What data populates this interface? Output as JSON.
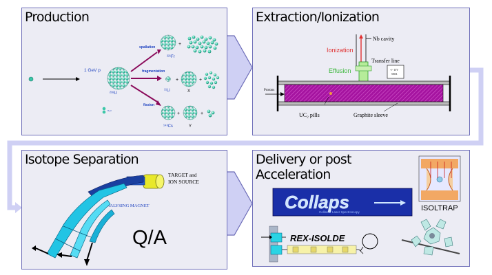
{
  "colors": {
    "panel_border": "#6d6db8",
    "arrow_fill": "#cfd0f4",
    "panel_bg": "#ececf4",
    "accent_blue": "#1a3fbf",
    "ionization_red": "#e03030",
    "effusion_green": "#3fb83f",
    "magenta": "#c0007a",
    "magnet_cyan": "#22c4e4"
  },
  "panels": {
    "production": {
      "title": "Production",
      "beam_label": "1 GeV p",
      "target": "²³⁸U",
      "spallation": "spallation",
      "fragmentation": "fragmentation",
      "fission": "fission",
      "prod_fr": "²²¹Fr",
      "prod_li": "¹¹Li",
      "prod_x": "X",
      "prod_cs": "¹⁴³Cs",
      "prod_y": "Y",
      "np_label": "n p",
      "plus": "+"
    },
    "extraction": {
      "title": "Extraction/Ionization",
      "nb_cavity": "Nb cavity",
      "ionization": "Ionization",
      "effusion": "Effusion",
      "transfer_line": "Transfer line",
      "voltage": "+/- 15V 500A",
      "protons": "Protons",
      "uc2": "UC₂ pills",
      "graphite": "Graphite sleeve"
    },
    "separation": {
      "title": "Isotope Separation",
      "target_ion": "TARGET and",
      "target_ion2": "ION SOURCE",
      "magnet": "ANALYSING MAGNET",
      "qa": "Q/A"
    },
    "delivery": {
      "title1": "Delivery or post",
      "title2": "Acceleration",
      "collaps": "Collaps",
      "collaps_sub": "Collinear Laser Spectroscopy",
      "isoltrap": "ISOLTRAP",
      "rex": "REX-ISOLDE"
    }
  }
}
